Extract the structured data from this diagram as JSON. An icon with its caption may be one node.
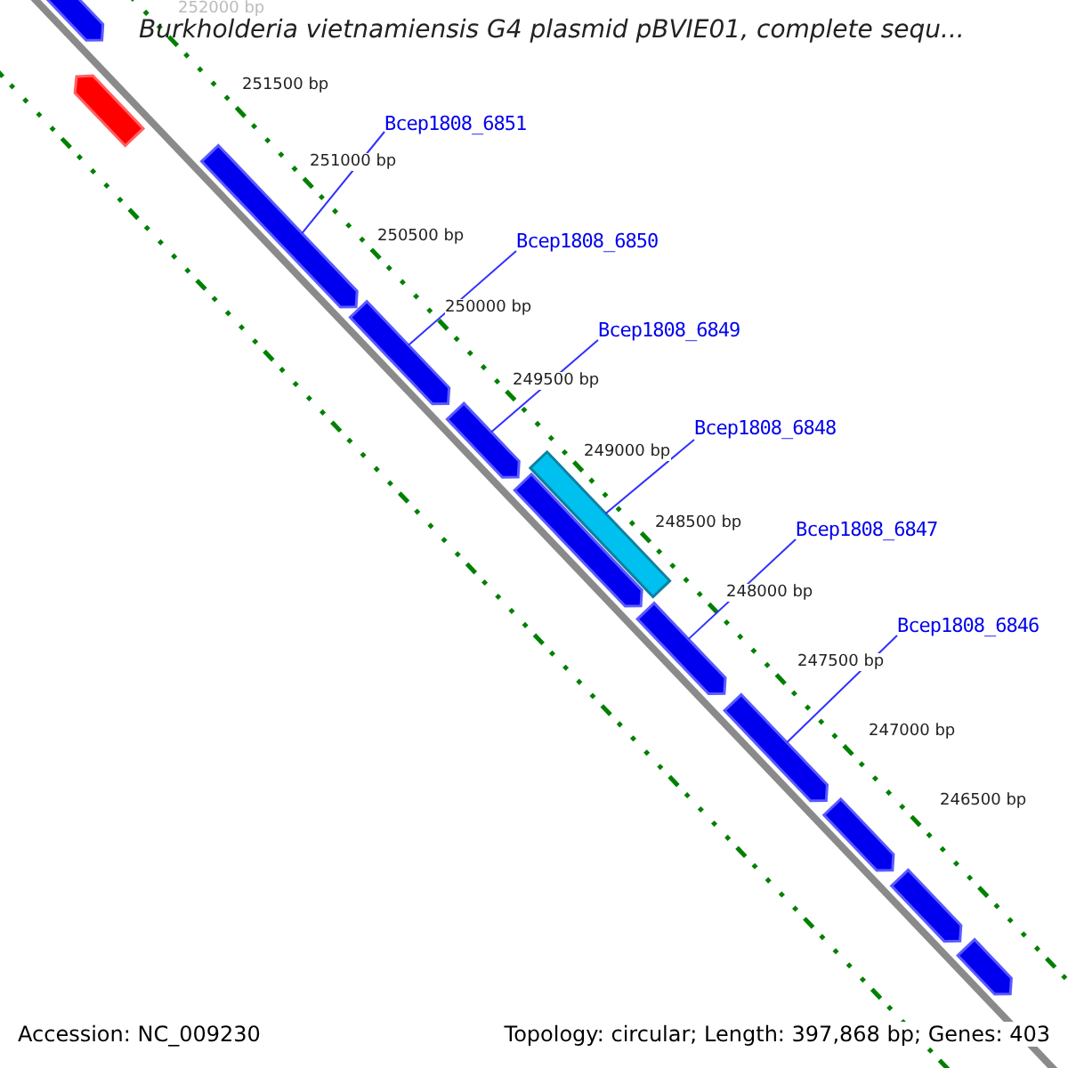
{
  "diagram": {
    "title": "Burkholderia vietnamiensis G4 plasmid pBVIE01, complete sequ...",
    "nodes": [
      {
        "text": [
          "Bcep1808_6851"
        ]
      },
      {
        "text": [
          "Bcep1808_6850"
        ]
      },
      {
        "text": [
          "Bcep1808_6849"
        ]
      },
      {
        "text": [
          "Bcep1808_6848"
        ]
      },
      {
        "text": [
          "Bcep1808_6847"
        ]
      },
      {
        "text": [
          "Bcep1808_6846"
        ]
      },
      {
        "text": [],
        "shape": "bar"
      },
      {
        "text": [],
        "shape": "bar"
      },
      {
        "text": [],
        "shape": "bar"
      },
      {
        "text": [],
        "shape": "bar"
      },
      {
        "text": [],
        "shape": "bar"
      },
      {
        "text": [],
        "shape": "bar"
      },
      {
        "text": [],
        "shape": "bar"
      },
      {
        "text": [],
        "shape": "bar"
      },
      {
        "text": [],
        "shape": "bar"
      },
      {
        "text": [],
        "shape": "bar"
      },
      {
        "text": [],
        "shape": "bar"
      },
      {
        "text": [],
        "shape": "bar"
      }
    ],
    "edges": [
      {
        "from": 0,
        "to": 8,
        "arrow": "none"
      },
      {
        "from": 1,
        "to": 9,
        "arrow": "none"
      },
      {
        "from": 2,
        "to": 10,
        "arrow": "none"
      },
      {
        "from": 3,
        "to": 11,
        "arrow": "none"
      },
      {
        "from": 4,
        "to": 13,
        "arrow": "none"
      },
      {
        "from": 5,
        "to": 14,
        "arrow": "none"
      }
    ],
    "labels": [
      "252000 bp",
      "251500 bp",
      "251000 bp",
      "250500 bp",
      "250000 bp",
      "249500 bp",
      "249000 bp",
      "248500 bp",
      "248000 bp",
      "247500 bp",
      "247000 bp",
      "246500 bp",
      "Accession: NC_009230",
      "Topology: circular; Length: 397,868 bp; Genes: 403"
    ]
  }
}
